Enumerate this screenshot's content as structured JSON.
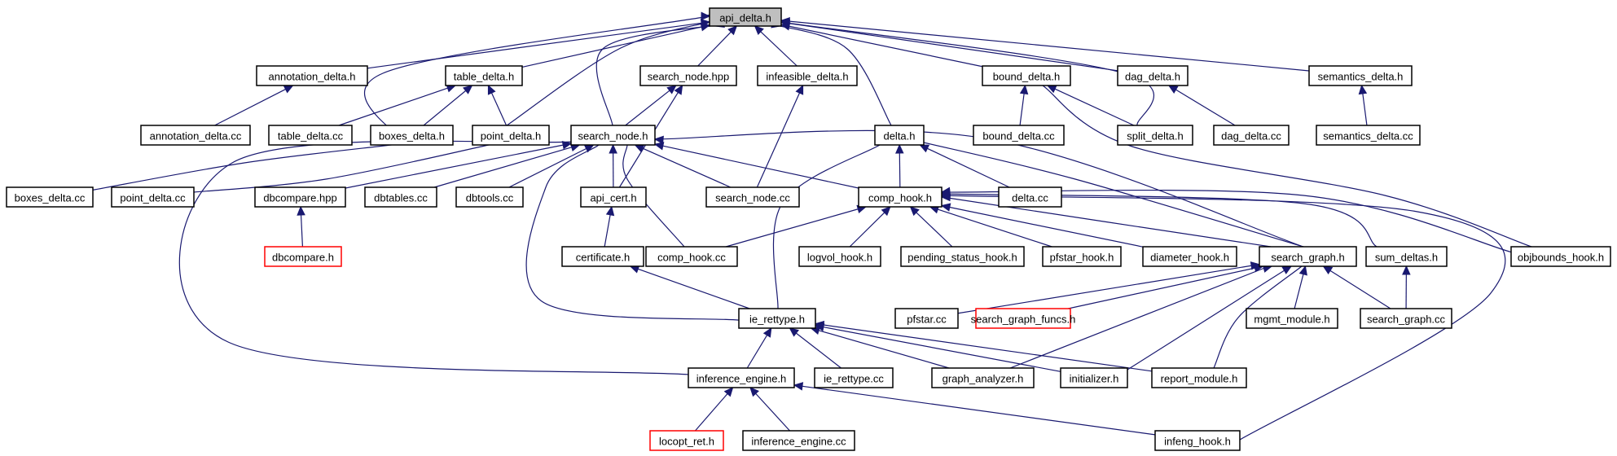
{
  "graph": {
    "edge_color": "#191970",
    "missing_node_color": "#ff0000",
    "root_fill": "#bfbfbf",
    "nodes": [
      {
        "id": "api_delta_h",
        "label": "api_delta.h",
        "root": true
      },
      {
        "id": "annotation_delta_h",
        "label": "annotation_delta.h"
      },
      {
        "id": "table_delta_h",
        "label": "table_delta.h"
      },
      {
        "id": "search_node_hpp",
        "label": "search_node.hpp"
      },
      {
        "id": "infeasible_delta_h",
        "label": "infeasible_delta.h"
      },
      {
        "id": "bound_delta_h",
        "label": "bound_delta.h"
      },
      {
        "id": "dag_delta_h",
        "label": "dag_delta.h"
      },
      {
        "id": "semantics_delta_h",
        "label": "semantics_delta.h"
      },
      {
        "id": "annotation_delta_cc",
        "label": "annotation_delta.cc"
      },
      {
        "id": "table_delta_cc",
        "label": "table_delta.cc"
      },
      {
        "id": "boxes_delta_h",
        "label": "boxes_delta.h"
      },
      {
        "id": "point_delta_h",
        "label": "point_delta.h"
      },
      {
        "id": "search_node_h",
        "label": "search_node.h"
      },
      {
        "id": "delta_h",
        "label": "delta.h"
      },
      {
        "id": "bound_delta_cc",
        "label": "bound_delta.cc"
      },
      {
        "id": "split_delta_h",
        "label": "split_delta.h"
      },
      {
        "id": "dag_delta_cc",
        "label": "dag_delta.cc"
      },
      {
        "id": "semantics_delta_cc",
        "label": "semantics_delta.cc"
      },
      {
        "id": "boxes_delta_cc",
        "label": "boxes_delta.cc"
      },
      {
        "id": "point_delta_cc",
        "label": "point_delta.cc"
      },
      {
        "id": "dbcompare_hpp",
        "label": "dbcompare.hpp"
      },
      {
        "id": "dbtables_cc",
        "label": "dbtables.cc"
      },
      {
        "id": "dbtools_cc",
        "label": "dbtools.cc"
      },
      {
        "id": "api_cert_h",
        "label": "api_cert.h"
      },
      {
        "id": "search_node_cc",
        "label": "search_node.cc"
      },
      {
        "id": "comp_hook_h",
        "label": "comp_hook.h"
      },
      {
        "id": "delta_cc",
        "label": "delta.cc"
      },
      {
        "id": "dbcompare_h",
        "label": "dbcompare.h",
        "missing": true
      },
      {
        "id": "certificate_h",
        "label": "certificate.h"
      },
      {
        "id": "comp_hook_cc",
        "label": "comp_hook.cc"
      },
      {
        "id": "logvol_hook_h",
        "label": "logvol_hook.h"
      },
      {
        "id": "pending_status_hook_h",
        "label": "pending_status_hook.h"
      },
      {
        "id": "pfstar_hook_h",
        "label": "pfstar_hook.h"
      },
      {
        "id": "diameter_hook_h",
        "label": "diameter_hook.h"
      },
      {
        "id": "search_graph_h",
        "label": "search_graph.h"
      },
      {
        "id": "sum_deltas_h",
        "label": "sum_deltas.h"
      },
      {
        "id": "objbounds_hook_h",
        "label": "objbounds_hook.h"
      },
      {
        "id": "ie_rettype_h",
        "label": "ie_rettype.h"
      },
      {
        "id": "pfstar_cc",
        "label": "pfstar.cc"
      },
      {
        "id": "search_graph_funcs_h",
        "label": "search_graph_funcs.h",
        "missing": true
      },
      {
        "id": "mgmt_module_h",
        "label": "mgmt_module.h"
      },
      {
        "id": "search_graph_cc",
        "label": "search_graph.cc"
      },
      {
        "id": "inference_engine_h",
        "label": "inference_engine.h"
      },
      {
        "id": "ie_rettype_cc",
        "label": "ie_rettype.cc"
      },
      {
        "id": "graph_analyzer_h",
        "label": "graph_analyzer.h"
      },
      {
        "id": "initializer_h",
        "label": "initializer.h"
      },
      {
        "id": "report_module_h",
        "label": "report_module.h"
      },
      {
        "id": "locopt_ret_h",
        "label": "locopt_ret.h",
        "missing": true
      },
      {
        "id": "inference_engine_cc",
        "label": "inference_engine.cc"
      },
      {
        "id": "infeng_hook_h",
        "label": "infeng_hook.h"
      }
    ],
    "edges": [
      [
        "annotation_delta_h",
        "api_delta_h"
      ],
      [
        "table_delta_h",
        "api_delta_h"
      ],
      [
        "search_node_hpp",
        "api_delta_h"
      ],
      [
        "infeasible_delta_h",
        "api_delta_h"
      ],
      [
        "bound_delta_h",
        "api_delta_h"
      ],
      [
        "dag_delta_h",
        "api_delta_h"
      ],
      [
        "semantics_delta_h",
        "api_delta_h"
      ],
      [
        "boxes_delta_h",
        "api_delta_h"
      ],
      [
        "point_delta_h",
        "api_delta_h"
      ],
      [
        "search_node_h",
        "api_delta_h"
      ],
      [
        "delta_h",
        "api_delta_h"
      ],
      [
        "split_delta_h",
        "api_delta_h"
      ],
      [
        "annotation_delta_cc",
        "annotation_delta_h"
      ],
      [
        "table_delta_cc",
        "table_delta_h"
      ],
      [
        "boxes_delta_h",
        "table_delta_h"
      ],
      [
        "point_delta_h",
        "table_delta_h"
      ],
      [
        "search_node_h",
        "search_node_hpp"
      ],
      [
        "api_cert_h",
        "search_node_hpp"
      ],
      [
        "search_node_cc",
        "infeasible_delta_h"
      ],
      [
        "bound_delta_cc",
        "bound_delta_h"
      ],
      [
        "split_delta_h",
        "bound_delta_h"
      ],
      [
        "objbounds_hook_h",
        "bound_delta_h"
      ],
      [
        "dag_delta_cc",
        "dag_delta_h"
      ],
      [
        "semantics_delta_cc",
        "semantics_delta_h"
      ],
      [
        "boxes_delta_cc",
        "boxes_delta_h"
      ],
      [
        "point_delta_cc",
        "point_delta_h"
      ],
      [
        "dbcompare_hpp",
        "search_node_h"
      ],
      [
        "dbtables_cc",
        "search_node_h"
      ],
      [
        "dbtools_cc",
        "search_node_h"
      ],
      [
        "api_cert_h",
        "search_node_h"
      ],
      [
        "search_node_cc",
        "search_node_h"
      ],
      [
        "comp_hook_h",
        "search_node_h"
      ],
      [
        "comp_hook_cc",
        "search_node_h"
      ],
      [
        "search_graph_h",
        "search_node_h"
      ],
      [
        "ie_rettype_h",
        "search_node_h"
      ],
      [
        "inference_engine_h",
        "search_node_h"
      ],
      [
        "comp_hook_h",
        "delta_h"
      ],
      [
        "delta_cc",
        "delta_h"
      ],
      [
        "ie_rettype_h",
        "delta_h"
      ],
      [
        "search_graph_h",
        "delta_h"
      ],
      [
        "dbcompare_h",
        "dbcompare_hpp"
      ],
      [
        "certificate_h",
        "api_cert_h"
      ],
      [
        "ie_rettype_h",
        "certificate_h"
      ],
      [
        "comp_hook_cc",
        "comp_hook_h"
      ],
      [
        "logvol_hook_h",
        "comp_hook_h"
      ],
      [
        "pending_status_hook_h",
        "comp_hook_h"
      ],
      [
        "pfstar_hook_h",
        "comp_hook_h"
      ],
      [
        "diameter_hook_h",
        "comp_hook_h"
      ],
      [
        "search_graph_h",
        "comp_hook_h"
      ],
      [
        "sum_deltas_h",
        "comp_hook_h"
      ],
      [
        "objbounds_hook_h",
        "comp_hook_h"
      ],
      [
        "infeng_hook_h",
        "comp_hook_h"
      ],
      [
        "pfstar_cc",
        "search_graph_h"
      ],
      [
        "search_graph_funcs_h",
        "search_graph_h"
      ],
      [
        "mgmt_module_h",
        "search_graph_h"
      ],
      [
        "search_graph_cc",
        "search_graph_h"
      ],
      [
        "graph_analyzer_h",
        "search_graph_h"
      ],
      [
        "initializer_h",
        "search_graph_h"
      ],
      [
        "report_module_h",
        "search_graph_h"
      ],
      [
        "search_graph_cc",
        "sum_deltas_h"
      ],
      [
        "inference_engine_h",
        "ie_rettype_h"
      ],
      [
        "ie_rettype_cc",
        "ie_rettype_h"
      ],
      [
        "graph_analyzer_h",
        "ie_rettype_h"
      ],
      [
        "initializer_h",
        "ie_rettype_h"
      ],
      [
        "report_module_h",
        "ie_rettype_h"
      ],
      [
        "locopt_ret_h",
        "inference_engine_h"
      ],
      [
        "inference_engine_cc",
        "inference_engine_h"
      ],
      [
        "infeng_hook_h",
        "inference_engine_h"
      ]
    ]
  }
}
